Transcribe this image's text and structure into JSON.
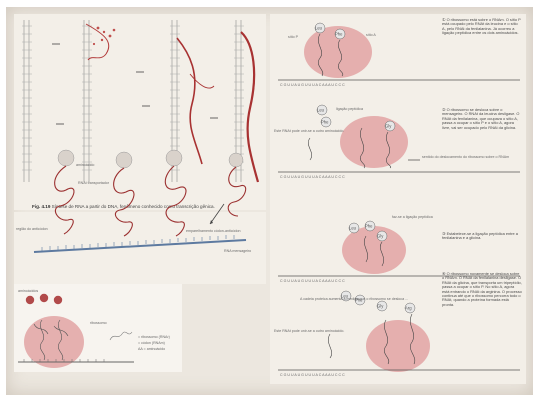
{
  "figure": {
    "number": "Fig. 4.19",
    "caption": "Síntese de RNA a partir do DNA, fenômeno conhecido como transcrição gênica."
  },
  "left_mid": {
    "label_aminoacido": "aminoácido",
    "label_rnat": "RNAt transportador",
    "label_regiao": "região do anticódon",
    "label_rnam": "RNA mensageiro",
    "label_emparelhamento": "emparelhamento códon-anticódon"
  },
  "left_bottom": {
    "label_aminoacidos": "aminoácidos",
    "label_ribossomo": "ribossomo",
    "legend_1": "= ribossomo (RNAr)",
    "legend_2": "= códon (RNAm)",
    "legend_3": "AA = aminoácido"
  },
  "right": {
    "step1": "① O ribossomo está sobre o RNAm. O sítio P está ocupado pelo RNAt da leucina e o sítio A, pelo RNAt da fenilalanina. Já ocorreu a ligação peptídica entre os dois aminoácidos.",
    "step2": "② O ribossomo se desloca sobre o mensageiro. O RNAt da leucina desligase. O RNAt da fenilalanina, que ocupava o sítio A, passa a ocupar o sítio P e o sítio A, agora livre, vai ser ocupado pelo RNAt da glicina.",
    "step3": "③ Estabelece-se a ligação peptídica entre a fenilalanina e a glicina.",
    "step4": "④ O ribossomo novamente se desloca sobre o RNAm. O RNAt da fenilalanina desligase. O RNAt da glicina, que transporta um tripeptídio, passa a ocupar o sítio P. No sítio A, agora está entrando o RNAt da arginina. O processo continua até que o ribossomo percorra todo o RNAt, quando a proteína formada está pronta.",
    "label_sitio_p": "sítio P",
    "label_sitio_a": "sítio A",
    "label_ligacao": "ligação peptídica",
    "label_este_rnat_1": "Este RNAt pode unir-se a outro aminoácido.",
    "label_sentido": "sentido do deslocamento do ribossomo sobre o RNAm",
    "label_faz_ligacao": "faz-se a ligação peptídica",
    "label_cadeia": "A cadeia proteica aumenta à medida que o ribossomo se desloca ...",
    "label_este_rnat_2": "Este RNAt pode unir-se a outro aminoácido.",
    "aa_leu": "Leu",
    "aa_phe": "Phe",
    "aa_gly": "Gly",
    "aa_arg": "Arg",
    "codons": "C G U U A U G U U U A C A A A U C C C"
  }
}
